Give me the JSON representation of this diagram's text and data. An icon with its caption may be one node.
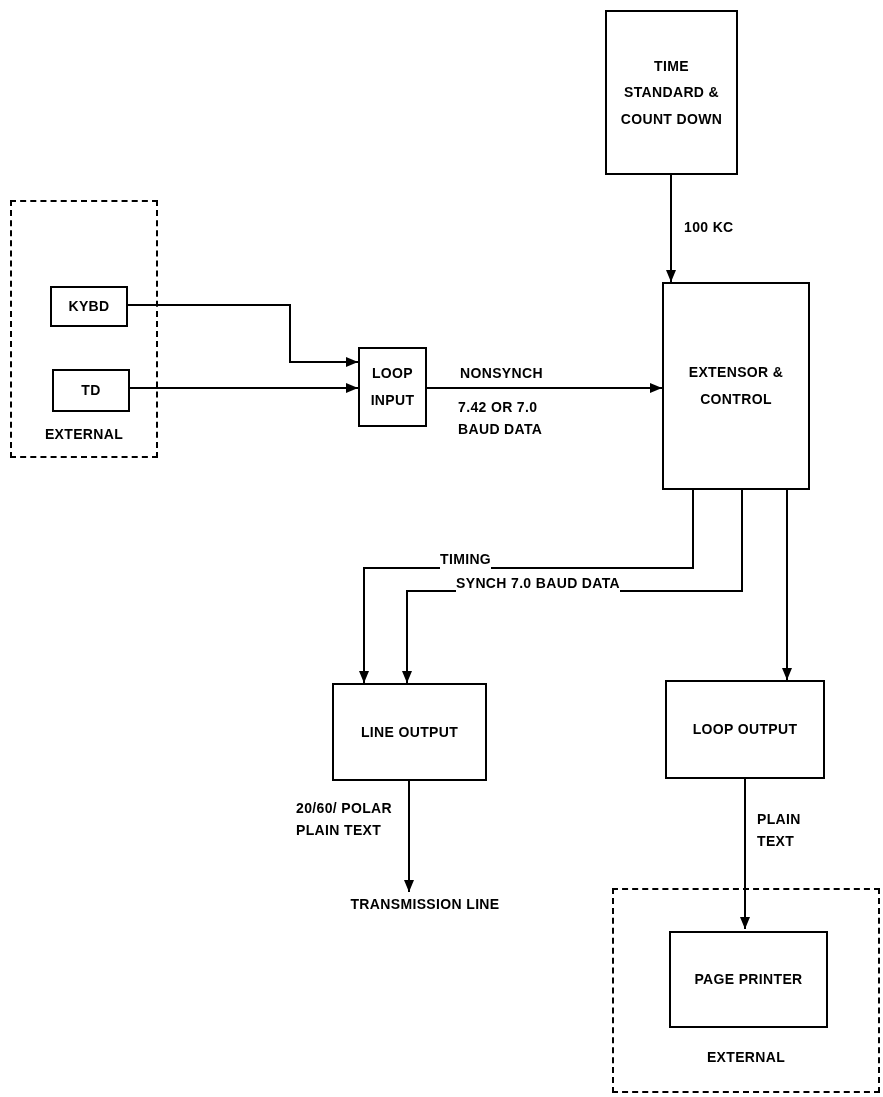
{
  "diagram": {
    "nodes": [
      {
        "text": [
          "TIME STANDARD & COUNT DOWN"
        ]
      },
      {
        "text": [
          "EXTERNAL"
        ]
      },
      {
        "text": [
          "KYBD"
        ],
        "in": 1
      },
      {
        "text": [
          "TD"
        ],
        "in": 1
      },
      {
        "text": [
          "LOOP INPUT"
        ]
      },
      {
        "text": [
          "EXTENSOR & CONTROL"
        ]
      },
      {
        "text": [
          "LINE OUTPUT"
        ]
      },
      {
        "text": [
          "LOOP OUTPUT"
        ]
      },
      {
        "text": [
          "TRANSMISSION LINE"
        ]
      },
      {
        "text": [
          "EXTERNAL"
        ]
      },
      {
        "text": [
          "PAGE PRINTER"
        ],
        "in": 9
      }
    ],
    "edges": [
      {
        "from": 0,
        "to": 5,
        "arrow": "to",
        "label": "100 KC"
      },
      {
        "from": 2,
        "to": 4,
        "arrow": "to"
      },
      {
        "from": 3,
        "to": 4,
        "arrow": "to"
      },
      {
        "from": 4,
        "to": 5,
        "arrow": "to",
        "label": "NONSYNCH"
      },
      {
        "from": 5,
        "to": 6,
        "arrow": "to",
        "label": "TIMING"
      },
      {
        "from": 5,
        "to": 6,
        "arrow": "to",
        "label": "SYNCH 7.0 BAUD DATA"
      },
      {
        "from": 5,
        "to": 7,
        "arrow": "to"
      },
      {
        "from": 6,
        "to": 8,
        "arrow": "to",
        "label": "20/60/ POLAR PLAIN TEXT"
      },
      {
        "from": 7,
        "to": 10,
        "arrow": "to",
        "label": "PLAIN TEXT"
      }
    ],
    "labels": [
      "7.42 OR 7.0 BAUD DATA"
    ]
  }
}
